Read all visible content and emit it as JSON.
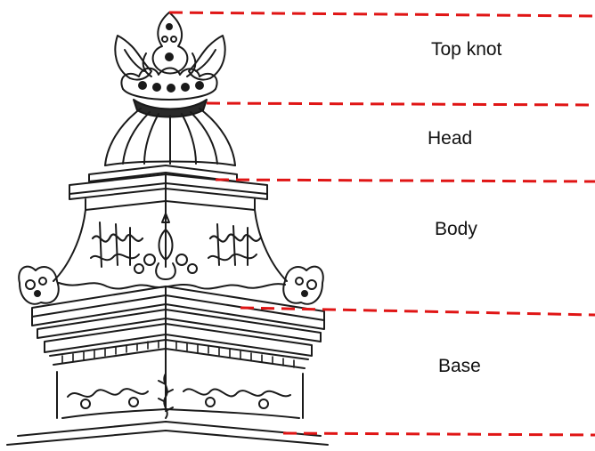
{
  "labels": {
    "top_knot": "Top knot",
    "head": "Head",
    "body": "Body",
    "base": "Base"
  },
  "colors": {
    "divider": "#e01515",
    "ink": "#1a1a1a",
    "paper": "#ffffff"
  },
  "figure": {
    "subject": "ornamental-finial-drawing"
  }
}
